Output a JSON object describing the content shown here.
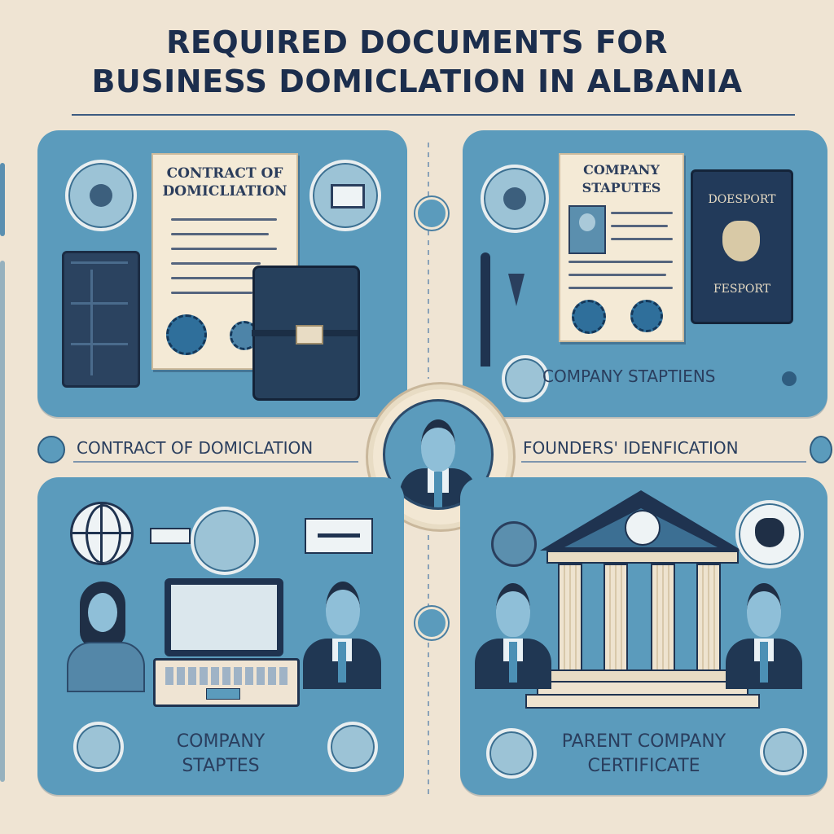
{
  "title": {
    "line1": "REQUIRED DOCUMENTS FOR",
    "line2": "BUSINESS DOMICLATION IN ALBANIA"
  },
  "panels": {
    "top_left": {
      "doc_title_line1": "CONTRACT OF",
      "doc_title_line2": "DOMICLIATION"
    },
    "top_right": {
      "doc_title_line1": "COMPANY",
      "doc_title_line2": "STAPUTES",
      "passport_top": "DOESPORT",
      "passport_bottom": "FESPORT",
      "caption": "COMPANY STAPTIENS"
    },
    "bottom_left": {
      "caption_line1": "COMPANY",
      "caption_line2": "STAPTES"
    },
    "bottom_right": {
      "caption_line1": "PARENT COMPANY",
      "caption_line2": "CERTIFICATE"
    }
  },
  "middle_labels": {
    "left": "CONTRACT OF DOMICLATION",
    "right": "FOUNDERS' IDENFICATION"
  },
  "icons": [
    "globe-icon",
    "laptop-icon",
    "passport-icon",
    "pen-icon",
    "briefcase-icon",
    "bank-building-icon",
    "person-icon",
    "eagle-emblem-icon",
    "stamp-seal-icon"
  ],
  "colors": {
    "background": "#efe4d3",
    "panel": "#5b9bbc",
    "navy": "#1c2e4d",
    "paper": "#f4ead6"
  }
}
